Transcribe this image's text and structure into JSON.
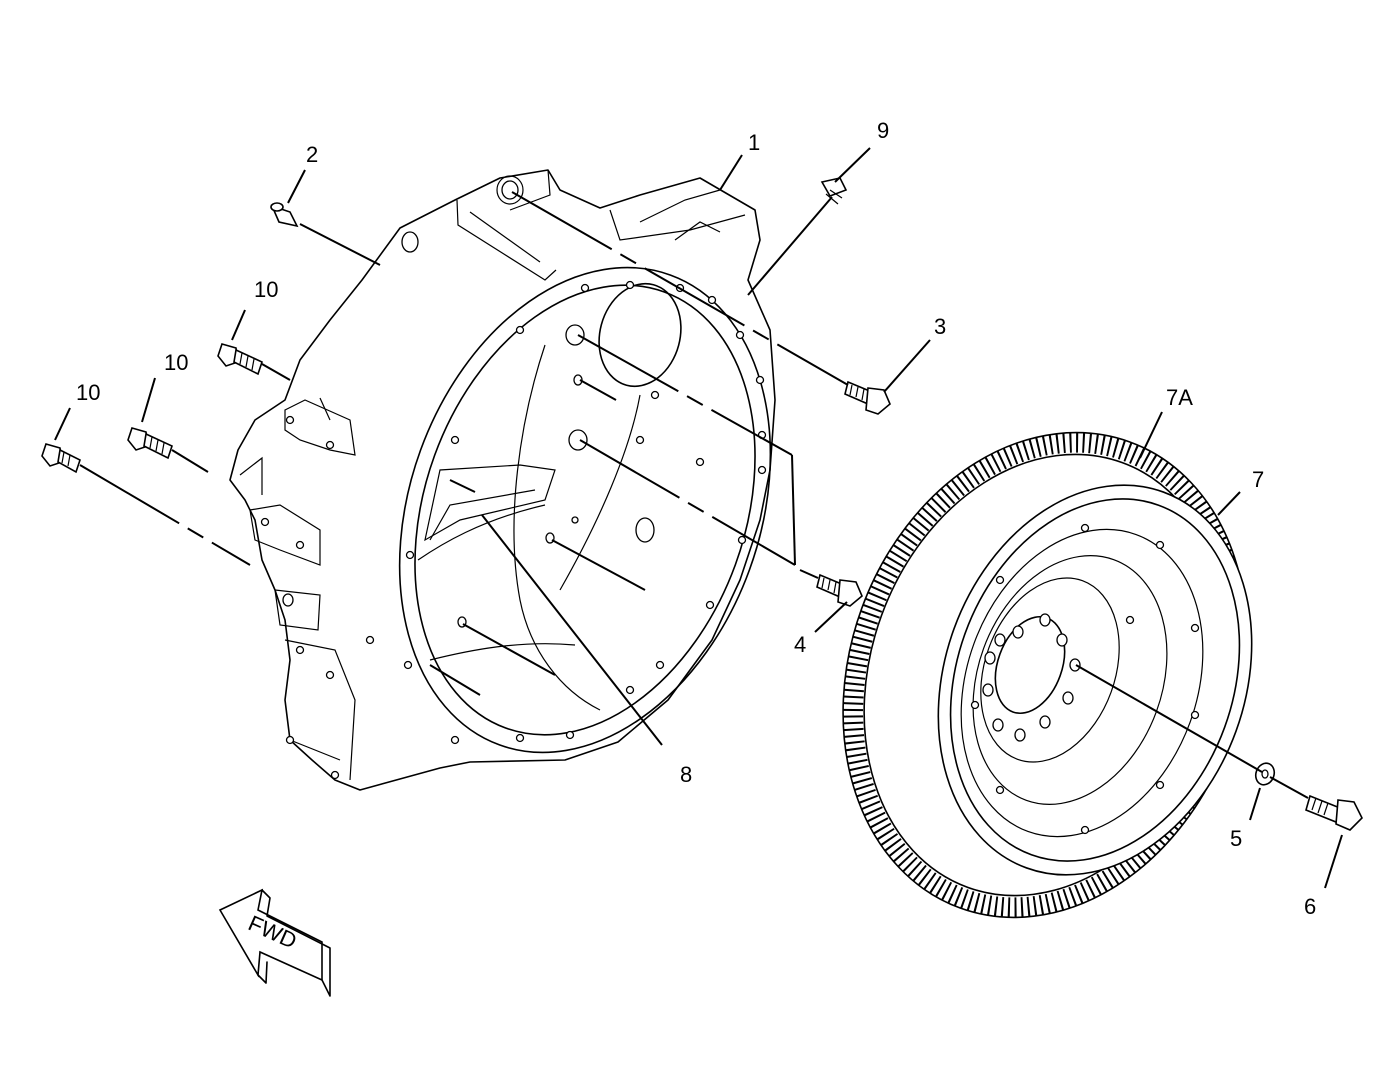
{
  "diagram": {
    "callouts": [
      {
        "id": "callout-1",
        "label": "1"
      },
      {
        "id": "callout-2",
        "label": "2"
      },
      {
        "id": "callout-3",
        "label": "3"
      },
      {
        "id": "callout-4",
        "label": "4"
      },
      {
        "id": "callout-5",
        "label": "5"
      },
      {
        "id": "callout-6",
        "label": "6"
      },
      {
        "id": "callout-7",
        "label": "7"
      },
      {
        "id": "callout-7a",
        "label": "7A"
      },
      {
        "id": "callout-8",
        "label": "8"
      },
      {
        "id": "callout-9",
        "label": "9"
      },
      {
        "id": "callout-10a",
        "label": "10"
      },
      {
        "id": "callout-10b",
        "label": "10"
      },
      {
        "id": "callout-10c",
        "label": "10"
      }
    ],
    "direction_arrow": {
      "label": "FWD"
    }
  }
}
